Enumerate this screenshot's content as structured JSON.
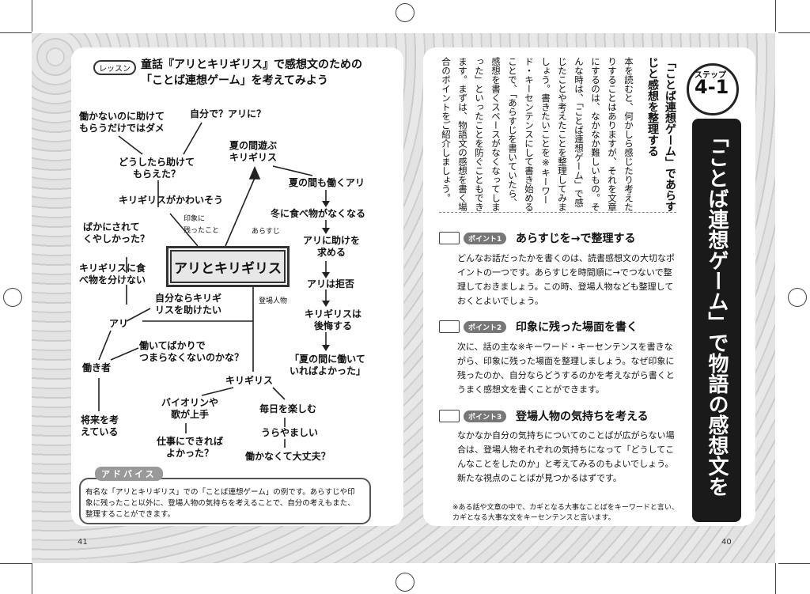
{
  "lesson": {
    "badge": "レッスン",
    "title_line1": "童話『アリとキリギリス』で感想文のための",
    "title_line2": "「ことば連想ゲーム」を考えてみよう"
  },
  "mindmap": {
    "center": "アリとキリギリス",
    "n1": "働かないのに助けて",
    "n1b": "もらうだけではダメ",
    "n2": "自分で？アリに？",
    "n3": "どうしたら助けて",
    "n3b": "もらえた？",
    "n4": "夏の間遊ぶ",
    "n4b": "キリギリス",
    "n5": "夏の間も働くアリ",
    "n6": "冬に食べ物がなくなる",
    "n7": "アリに助けを",
    "n7b": "求める",
    "n8": "アリは拒否",
    "n9": "キリギリスは",
    "n9b": "後悔する",
    "n10": "「夏の間に働いて",
    "n10b": "いればよかった」",
    "n11": "キリギリスがかわいそう",
    "l_impression": "印象に",
    "l_impression_b": "残ったこと",
    "l_plot": "あらすじ",
    "l_characters": "登場人物",
    "n12": "ばかにされて",
    "n12b": "くやしかった？",
    "n13": "キリギリスに食",
    "n13b": "べ物を分けない",
    "n14": "自分ならキリギ",
    "n14b": "リスを助けたい",
    "n15": "アリ",
    "n16": "働いてばかりで",
    "n16b": "つまらなくないのかな？",
    "n17": "働き者",
    "n18": "キリギリス",
    "n19": "バイオリンや",
    "n19b": "歌が上手",
    "n20": "毎日を楽しむ",
    "n21": "将来を考",
    "n21b": "えている",
    "n22": "仕事にできれば",
    "n22b": "よかった？",
    "n23": "うらやましい",
    "n24": "働かなくて大丈夫？"
  },
  "advice": {
    "title": "アドバイス",
    "text": "有名な「アリとキリギリス」での「ことば連想ゲーム」の例です。あらすじや印象に残ったこと以外に、登場人物の気持ちを考えることで、自分の考えもまた、整理することができます。"
  },
  "page_left": "41",
  "page_right": "40",
  "step": {
    "label": "ステップ",
    "number": "4-1"
  },
  "main_title": "「ことば連想ゲーム」で物語の感想文を書こう",
  "subtitle": "「ことば連想ゲーム」であらすじと感想を整理する",
  "intro": "本を読むと、何かしら感じたり考えたりすることはありますが、それを文章にするのは、なかなか難しいもの。そんな時は、「ことば連想ゲーム」で感じたことや考えたことを整理してみましょう。書きたいことを※キーワード・キーセンテンスにして書き始めることで、「あらすじを書いていたら、感想を書くスペースがなくなってしまった」といったことを防ぐこともできます。まずは、物語文の感想を書く場合のポイントをご紹介しましょう。",
  "points": [
    {
      "badge": "ポイント1",
      "title": "あらすじを→で整理する",
      "body": "どんなお話だったかを書くのは、読書感想文の大切なポイントの一つです。あらすじを時間順に→でつないで整理しておきましょう。この時、登場人物なども整理しておくとよいでしょう。"
    },
    {
      "badge": "ポイント2",
      "title": "印象に残った場面を書く",
      "body": "次に、話の主な※キーワード・キーセンテンスを書きながら、印象に残った場面を整理しましょう。なぜ印象に残ったのか、自分ならどうするのかを考えながら書くとうまく感想文を書くことができます。"
    },
    {
      "badge": "ポイント3",
      "title": "登場人物の気持ちを考える",
      "body": "なかなか自分の気持ちについてのことばが広がらない場合は、登場人物それぞれの気持ちになって「どうしてこんなことをしたのか」と考えてみるのもよいでしょう。新たな視点のことばが見つかるはずです。"
    }
  ],
  "footnote": "※ある話や文章の中で、カギとなる大事なことばをキーワードと言い、カギとなる大事な文をキーセンテンスと言います。"
}
